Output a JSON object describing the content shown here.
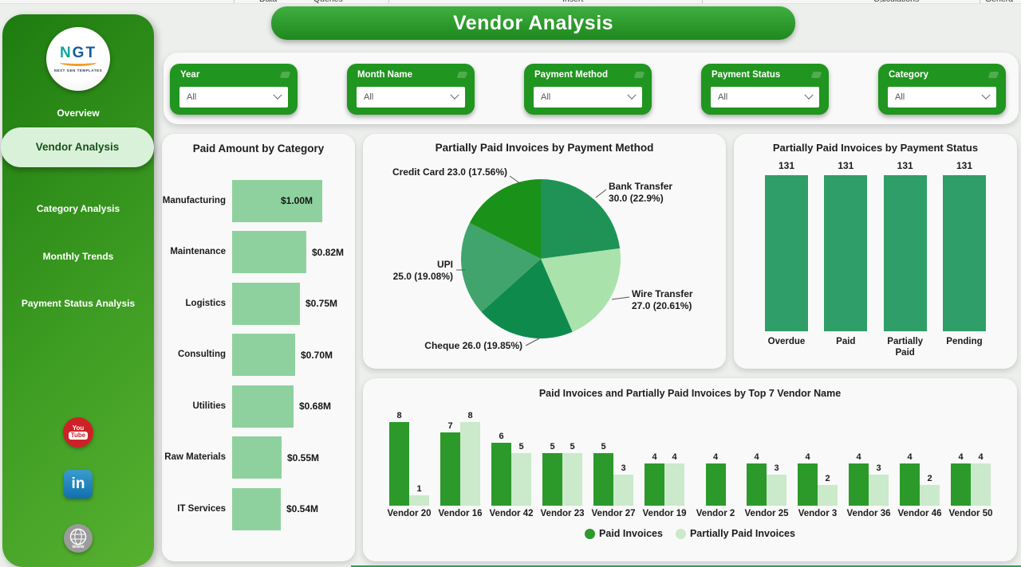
{
  "ribbon": {
    "items": [
      "Data",
      "Queries",
      "Insert",
      "Calculations",
      "Genera"
    ]
  },
  "header": {
    "title": "Vendor Analysis"
  },
  "sidebar": {
    "logo": {
      "text": "NGT",
      "subtext": "NEXT GEN TEMPLATES"
    },
    "items": [
      {
        "label": "Overview",
        "active": false
      },
      {
        "label": "Vendor Analysis",
        "active": true
      },
      {
        "label": "Category Analysis",
        "active": false
      },
      {
        "label": "Monthly Trends",
        "active": false
      },
      {
        "label": "Payment Status Analysis",
        "active": false
      }
    ],
    "social": [
      {
        "name": "youtube",
        "line1": "You",
        "line2": "Tube"
      },
      {
        "name": "linkedin",
        "label": "in"
      },
      {
        "name": "website",
        "label": "www"
      }
    ]
  },
  "filters": [
    {
      "label": "Year",
      "value": "All"
    },
    {
      "label": "Month Name",
      "value": "All"
    },
    {
      "label": "Payment Method",
      "value": "All"
    },
    {
      "label": "Payment Status",
      "value": "All"
    },
    {
      "label": "Category",
      "value": "All"
    }
  ],
  "colors": {
    "sidebar_green_dark": "#1e7c10",
    "sidebar_green_light": "#57b130",
    "slicer_green": "#20951f",
    "banner_green": "#1e891e",
    "light_bar": "#8FD19E",
    "status_bar": "#2F9E68",
    "paid_bar": "#2B9A2B",
    "partial_bar": "#CBE9CB",
    "active_pill_bg": "#d9f1d9",
    "active_pill_text": "#16511a"
  },
  "chart_data": [
    {
      "id": "paid-amount-by-category",
      "type": "bar",
      "orientation": "horizontal",
      "title": "Paid Amount by Category",
      "categories": [
        "Manufacturing",
        "Maintenance",
        "Logistics",
        "Consulting",
        "Utilities",
        "Raw Materials",
        "IT Services"
      ],
      "values": [
        1.0,
        0.82,
        0.75,
        0.7,
        0.68,
        0.55,
        0.54
      ],
      "labels": [
        "$1.00M",
        "$0.82M",
        "$0.75M",
        "$0.70M",
        "$0.68M",
        "$0.55M",
        "$0.54M"
      ],
      "xlim": [
        0,
        1.0
      ],
      "bar_color": "#8FD19E",
      "grid": false
    },
    {
      "id": "partially-paid-by-payment-method",
      "type": "pie",
      "title": "Partially Paid Invoices by Payment Method",
      "slices": [
        {
          "label": "Bank Transfer",
          "value": 30.0,
          "pct": 22.9,
          "display_lines": [
            "Bank Transfer",
            "30.0 (22.9%)"
          ],
          "color": "#1E9355"
        },
        {
          "label": "Wire Transfer",
          "value": 27.0,
          "pct": 20.61,
          "display_lines": [
            "Wire Transfer",
            "27.0 (20.61%)"
          ],
          "color": "#A9E2AB"
        },
        {
          "label": "Cheque",
          "value": 26.0,
          "pct": 19.85,
          "display_lines": [
            "Cheque 26.0 (19.85%)"
          ],
          "color": "#0E8A4D"
        },
        {
          "label": "UPI",
          "value": 25.0,
          "pct": 19.08,
          "display_lines": [
            "UPI",
            "25.0 (19.08%)"
          ],
          "color": "#41A46D"
        },
        {
          "label": "Credit Card",
          "value": 23.0,
          "pct": 17.56,
          "display_lines": [
            "Credit Card 23.0 (17.56%)"
          ],
          "color": "#1A9118"
        }
      ],
      "start_angle_deg": 0,
      "direction": "clockwise"
    },
    {
      "id": "partially-paid-by-payment-status",
      "type": "bar",
      "title": "Partially Paid Invoices by Payment Status",
      "categories": [
        "Overdue",
        "Paid",
        "Partially Paid",
        "Pending"
      ],
      "values": [
        131,
        131,
        131,
        131
      ],
      "ylim": [
        0,
        131
      ],
      "bar_color": "#2F9E68",
      "grid": false
    },
    {
      "id": "invoices-by-top-vendor",
      "type": "bar",
      "grouped": true,
      "title": "Paid Invoices and Partially Paid Invoices by Top 7 Vendor Name",
      "categories": [
        "Vendor 20",
        "Vendor 16",
        "Vendor 42",
        "Vendor 23",
        "Vendor 27",
        "Vendor 19",
        "Vendor 2",
        "Vendor 25",
        "Vendor 3",
        "Vendor 36",
        "Vendor 46",
        "Vendor 50"
      ],
      "series": [
        {
          "name": "Paid Invoices",
          "color": "#2B9A2B",
          "values": [
            8,
            7,
            6,
            5,
            5,
            4,
            4,
            4,
            4,
            4,
            4,
            4
          ]
        },
        {
          "name": "Partially Paid Invoices",
          "color": "#CBE9CB",
          "values": [
            1,
            8,
            5,
            5,
            3,
            4,
            null,
            3,
            2,
            3,
            2,
            4
          ]
        }
      ],
      "ylim": [
        0,
        8
      ],
      "legend_position": "bottom",
      "grid": false
    }
  ]
}
